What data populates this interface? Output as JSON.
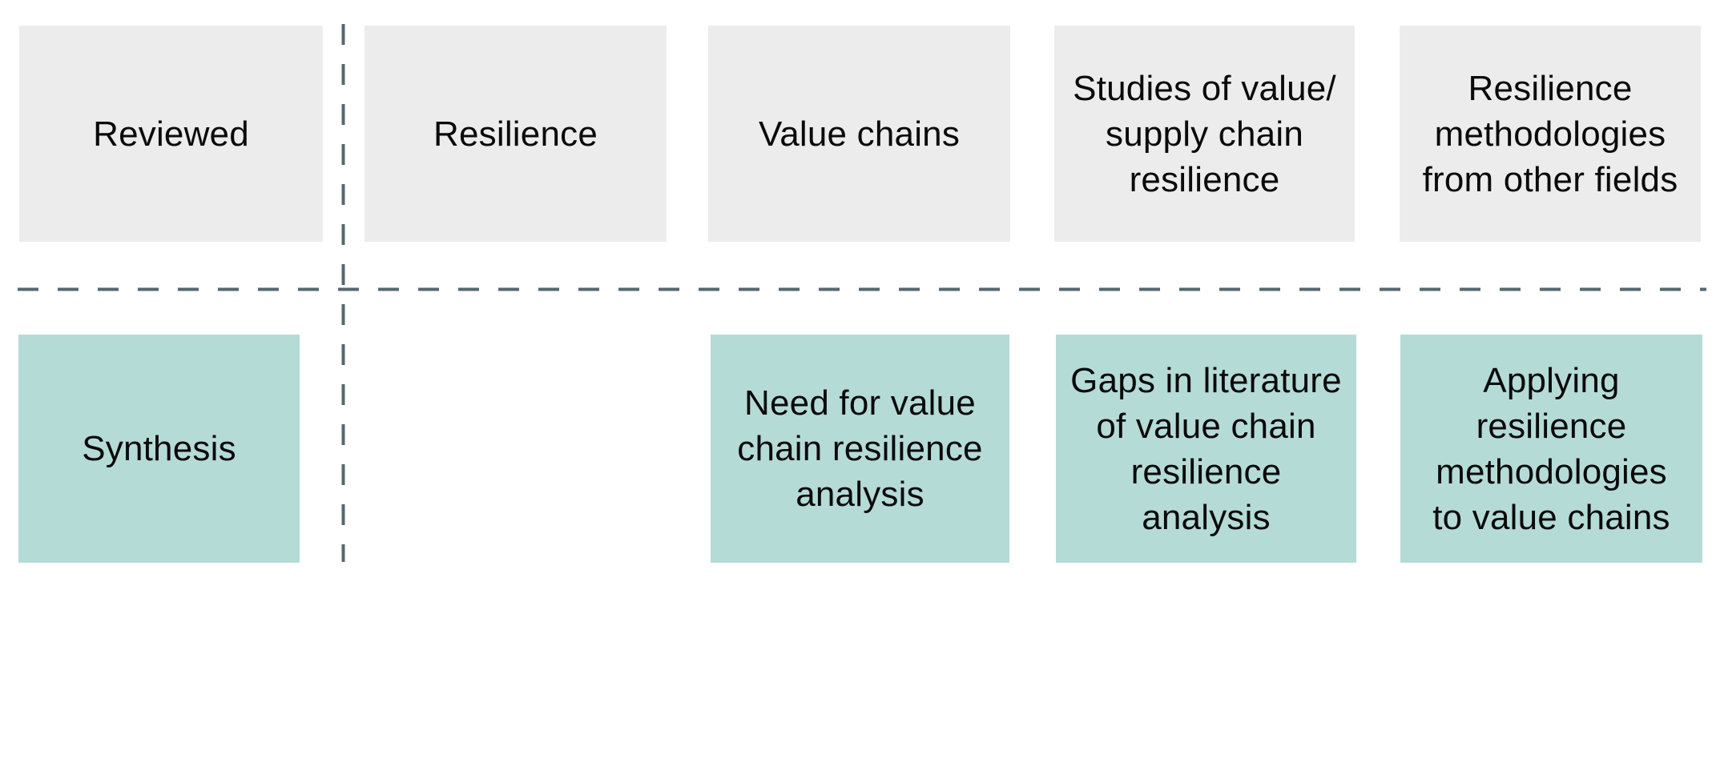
{
  "diagram": {
    "title_implicit": "Literature review structure matrix",
    "colors": {
      "background": "#ffffff",
      "reviewed_row_box": "#ececec",
      "synthesis_row_box": "#b5dbd7",
      "divider_dash": "#55686f",
      "text": "#0a0a0a"
    },
    "reviewed_row": {
      "header": "Reviewed",
      "col_resilience": "Resilience",
      "col_value_chains": "Value chains",
      "col_studies": "Studies of value/\nsupply chain\nresilience",
      "col_methodologies": "Resilience\nmethodologies\nfrom other fields"
    },
    "synthesis_row": {
      "header": "Synthesis",
      "col_need": "Need for value\nchain resilience\nanalysis",
      "col_gaps": "Gaps in literature\nof value chain\nresilience\nanalysis",
      "col_applying": "Applying\nresilience\nmethodologies\nto value chains"
    }
  }
}
